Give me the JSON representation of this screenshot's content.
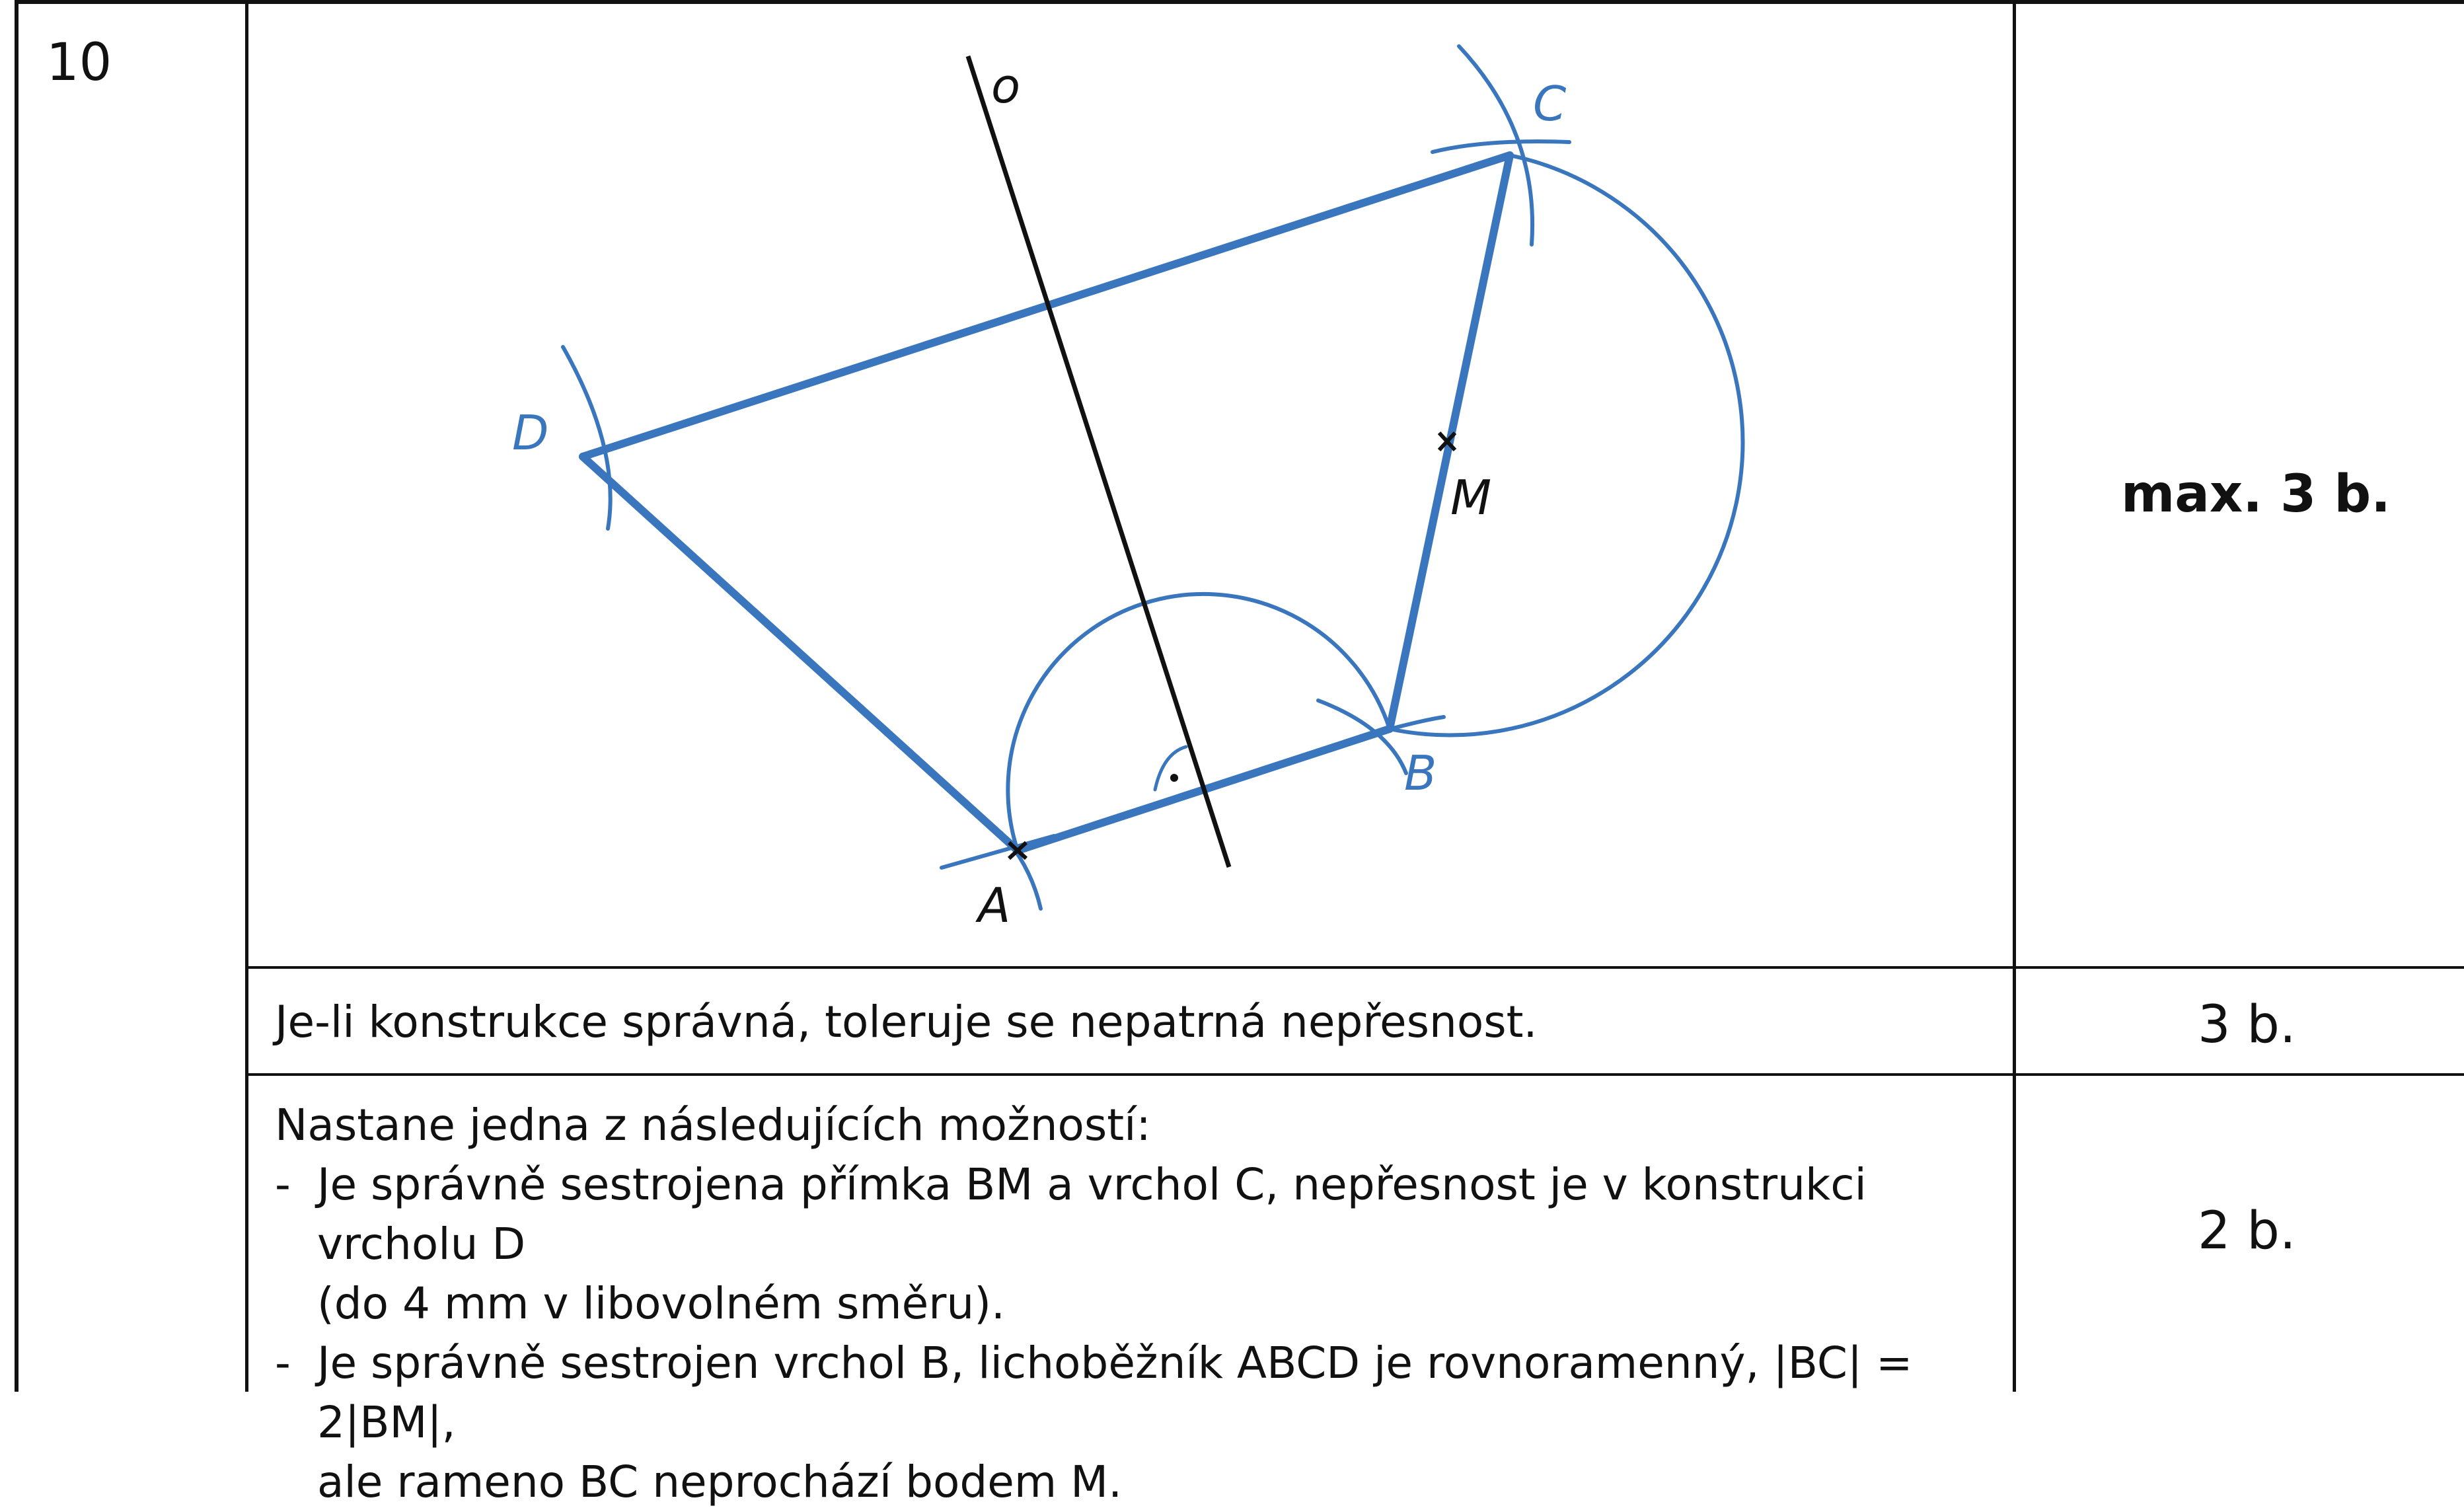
{
  "task": {
    "number": "10",
    "max_points": "max. 3 b."
  },
  "figure": {
    "labels": {
      "o": "o",
      "A": "A",
      "B": "B",
      "C": "C",
      "D": "D",
      "M": "M"
    },
    "colors": {
      "construction": "#3a76bd",
      "line_o": "#111111"
    }
  },
  "rows": [
    {
      "text": "Je-li konstrukce správná, toleruje se nepatrná nepřesnost.",
      "points": "3 b."
    },
    {
      "intro": "Nastane jedna z následujících možností:",
      "dash": "-",
      "bullet1_line1": "Je správně sestrojena přímka BM a vrchol C, nepřesnost je v konstrukci vrcholu D",
      "bullet1_line2": "(do 4 mm v libovolném směru).",
      "bullet2_line1": "Je správně sestrojen vrchol B, lichoběžník ABCD je rovnoramenný, |BC| = 2|BM|,",
      "bullet2_line2": "ale rameno BC neprochází bodem M.",
      "points": "2 b."
    }
  ]
}
